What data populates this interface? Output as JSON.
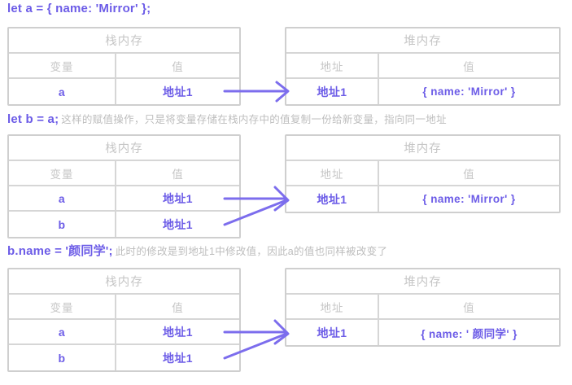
{
  "diagram": {
    "stack_table_title": "栈内存",
    "heap_table_title": "堆内存",
    "stack_col_variable": "变量",
    "stack_col_value": "值",
    "heap_col_address": "地址",
    "heap_col_value": "值",
    "address_label": "地址1"
  },
  "sections": [
    {
      "caption_code": "let a = {  name: 'Mirror'  };",
      "caption_note": "",
      "stack_rows": [
        {
          "variable": "a",
          "value": "地址1"
        }
      ],
      "heap_rows": [
        {
          "address": "地址1",
          "value": "{ name: 'Mirror' }"
        }
      ]
    },
    {
      "caption_code": "let b = a;",
      "caption_note": "这样的赋值操作，只是将变量存储在栈内存中的值复制一份给新变量，指向同一地址",
      "stack_rows": [
        {
          "variable": "a",
          "value": "地址1"
        },
        {
          "variable": "b",
          "value": "地址1"
        }
      ],
      "heap_rows": [
        {
          "address": "地址1",
          "value": "{ name: 'Mirror' }"
        }
      ]
    },
    {
      "caption_code": "b.name = '颜同学';",
      "caption_note": "此时的修改是到地址1中修改值，因此a的值也同样被改变了",
      "stack_rows": [
        {
          "variable": "a",
          "value": "地址1"
        },
        {
          "variable": "b",
          "value": "地址1"
        }
      ],
      "heap_rows": [
        {
          "address": "地址1",
          "value": "{ name: ' 颜同学' }"
        }
      ]
    }
  ],
  "colors": {
    "accent_purple": "#6c5ce7",
    "border_gray": "#d0d0d0",
    "muted_gray": "#c6c6c6",
    "note_gray": "#bdbdbd"
  }
}
